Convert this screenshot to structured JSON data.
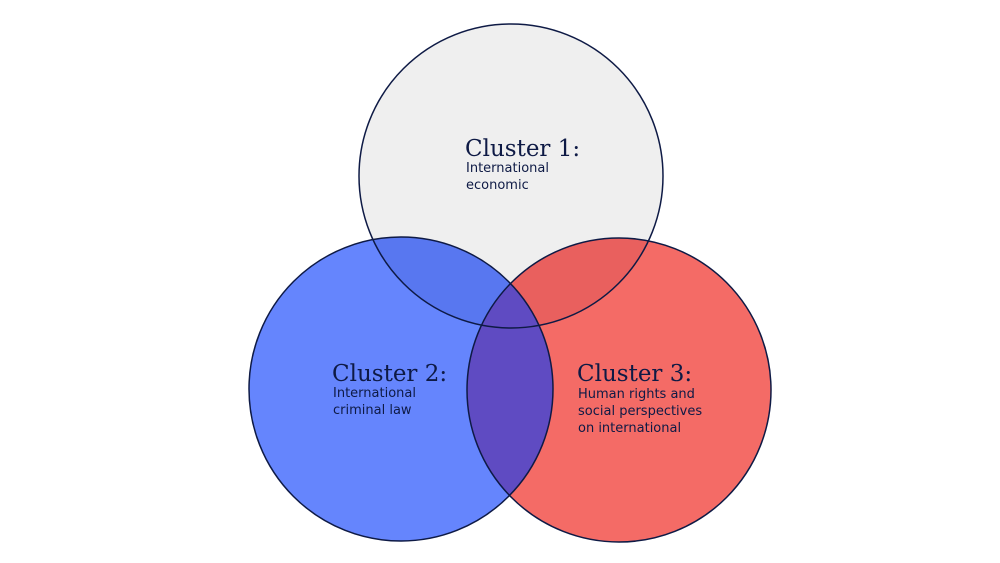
{
  "diagram": {
    "clusters": [
      {
        "title": "Cluster 1:",
        "lines": [
          "International",
          "economic"
        ],
        "fill": "#efefef"
      },
      {
        "title": "Cluster 2:",
        "lines": [
          "International",
          "criminal law"
        ],
        "fill": "#6585fd"
      },
      {
        "title": "Cluster 3:",
        "lines": [
          "Human rights and",
          "social perspectives",
          "on international"
        ],
        "fill": "#f46b66"
      }
    ],
    "overlaps": {
      "cluster1_cluster2": "#5877f0",
      "cluster1_cluster3": "#e9605e",
      "cluster2_cluster3": "#5f4bc2",
      "all": "#5f4bc2"
    },
    "outline_color": "#0e1a45"
  }
}
